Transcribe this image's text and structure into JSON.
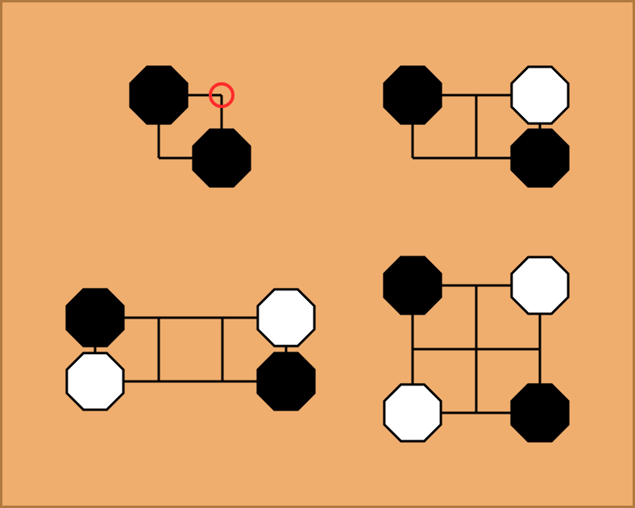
{
  "board": {
    "background_color": "#f0ae6e",
    "frame_color": "#b07a40",
    "line_color": "#000000",
    "marker_color": "#ff2a2a"
  },
  "stone_colors": {
    "black": "#000000",
    "white": "#ffffff"
  },
  "diagrams": [
    {
      "stones": [
        {
          "col": 0,
          "row": 0,
          "color": "black"
        },
        {
          "col": 1,
          "row": 1,
          "color": "black"
        }
      ],
      "marker": {
        "col": 1,
        "row": 0,
        "shape": "circle"
      }
    },
    {
      "stones": [
        {
          "col": 0,
          "row": 0,
          "color": "black"
        },
        {
          "col": 2,
          "row": 0,
          "color": "white"
        },
        {
          "col": 2,
          "row": 1,
          "color": "black"
        }
      ]
    },
    {
      "stones": [
        {
          "col": 0,
          "row": 0,
          "color": "black"
        },
        {
          "col": 0,
          "row": 1,
          "color": "white"
        },
        {
          "col": 3,
          "row": 0,
          "color": "white"
        },
        {
          "col": 3,
          "row": 1,
          "color": "black"
        }
      ]
    },
    {
      "stones": [
        {
          "col": 0,
          "row": 0,
          "color": "black"
        },
        {
          "col": 2,
          "row": 0,
          "color": "white"
        },
        {
          "col": 0,
          "row": 2,
          "color": "white"
        },
        {
          "col": 2,
          "row": 2,
          "color": "black"
        }
      ]
    }
  ]
}
